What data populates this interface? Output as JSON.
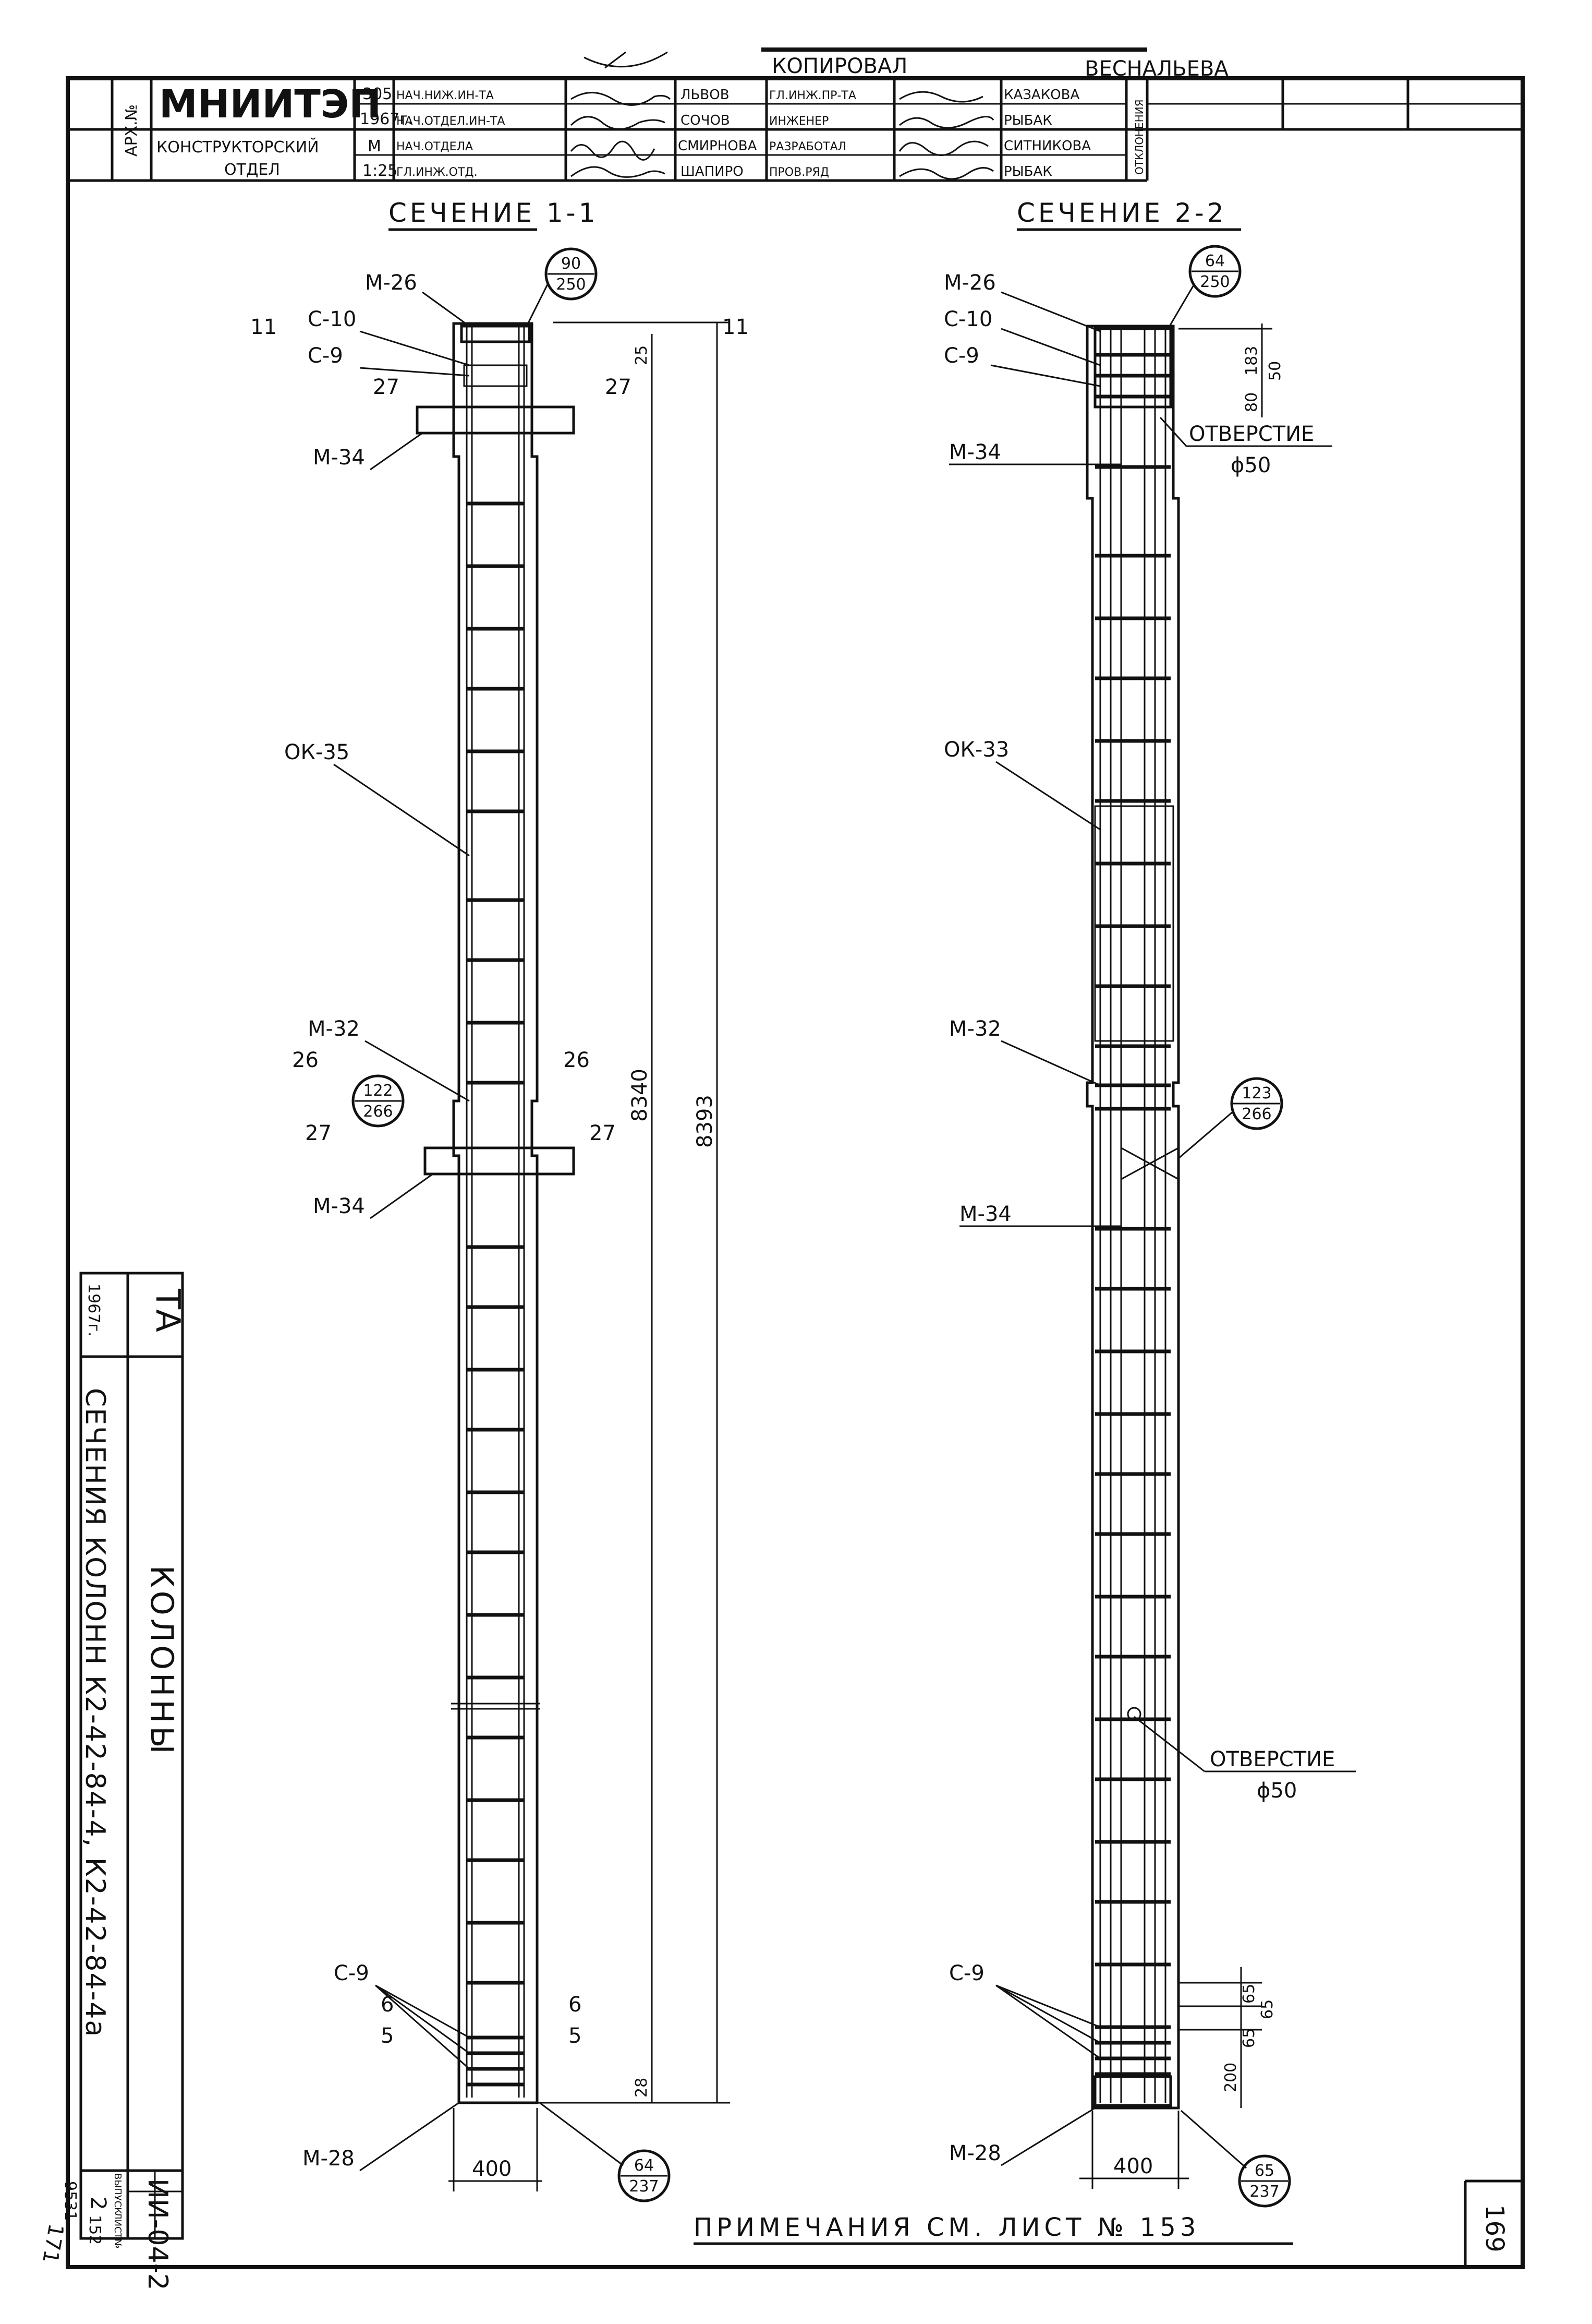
{
  "header": {
    "arkh_label": "АРХ.№",
    "org_name": "МНИИТЭП",
    "dept": "КОНСТРУКТОРСКИЙ",
    "dept2": "ОТДЕЛ",
    "series": "305",
    "year": "1967г.",
    "scale_label": "М",
    "scale": "1:25",
    "copied_label": "КОПИРОВАЛ",
    "copied_by": "ВЕСНАЛЬЕВА",
    "roles_left": [
      "НАЧ.НИЖ.ИН-ТА",
      "НАЧ.ОТДЕЛ.ИН-ТА",
      "НАЧ.ОТДЕЛА",
      "ГЛ.ИНЖ.ОТД."
    ],
    "names_left": [
      "ЛЬВОВ",
      "СОЧОВ",
      "СМИРНОВА",
      "ШАПИРО"
    ],
    "roles_right": [
      "ГЛ.ИНЖ.ПР-ТА",
      "ИНЖЕНЕР",
      "РАЗРАБОТАЛ",
      "ПРОВ.РЯД"
    ],
    "names_right": [
      "КАЗАКОВА",
      "РЫБАК",
      "СИТНИКОВА",
      "РЫБАК"
    ],
    "stamp_vertical": "ОТКЛОНЕНИЯ"
  },
  "section1": {
    "title": "СЕЧЕНИЕ 1-1",
    "labels": {
      "m26": "М-26",
      "c10": "С-10",
      "c9_top": "С-9",
      "m34_top": "М-34",
      "ok35": "ОК-35",
      "m32": "М-32",
      "m34_mid": "М-34",
      "c9_bot": "С-9",
      "m28": "М-28"
    },
    "cut_marks": {
      "s11": "11",
      "s27": "27",
      "s26": "26",
      "s6": "6",
      "s5": "5"
    },
    "dims": {
      "top": "25",
      "inner": "8340",
      "outer": "8393",
      "bottom": "28",
      "width": "400"
    },
    "callouts": [
      {
        "top": "90",
        "bottom": "250"
      },
      {
        "top": "122",
        "bottom": "266"
      },
      {
        "top": "64",
        "bottom": "237"
      }
    ]
  },
  "section2": {
    "title": "СЕЧЕНИЕ 2-2",
    "labels": {
      "m26": "М-26",
      "c10": "С-10",
      "c9_top": "С-9",
      "m34_top": "М-34",
      "ok33": "ОК-33",
      "m32": "М-32",
      "m34_mid": "М-34",
      "c9_bot": "С-9",
      "m28": "М-28"
    },
    "hole_label": "ОТВЕРСТИЕ",
    "hole_dia": "ϕ50",
    "dims_top": [
      "183",
      "50",
      "80"
    ],
    "dims_bottom": [
      "65",
      "65",
      "65",
      "200"
    ],
    "width": "400",
    "callouts": [
      {
        "top": "64",
        "bottom": "250"
      },
      {
        "top": "123",
        "bottom": "266"
      },
      {
        "top": "65",
        "bottom": "237"
      }
    ]
  },
  "sidebar": {
    "ta": "ТА",
    "year": "1967г.",
    "title": "КОЛОННЫ",
    "subtitle": "СЕЧЕНИЯ КОЛОНН К2-42-84-4, К2-42-84-4а",
    "code": "ИИ-04-2",
    "issue_label": "ВЫПУСК",
    "issue": "2",
    "sheet_label": "ЛИСТ№",
    "sheet": "152",
    "margin_note": "9531",
    "margin_note2": "171"
  },
  "footer": {
    "note": "ПРИМЕЧАНИЯ СМ. ЛИСТ № 153",
    "page": "169"
  }
}
